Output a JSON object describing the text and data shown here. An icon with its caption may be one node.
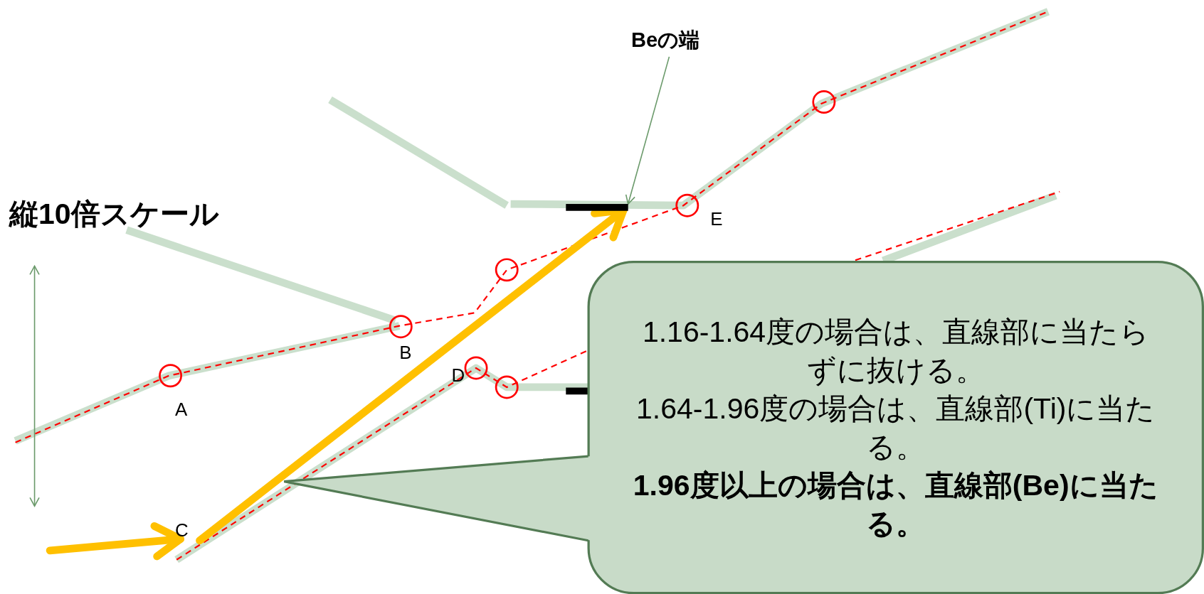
{
  "diagram": {
    "nodes": [
      {
        "text": [
          "Beの端"
        ]
      },
      {
        "text": [],
        "shape": "bar"
      },
      {
        "text": [
          "1.16-1.64度の場合は、直線部に当たらずに抜ける。",
          "1.64-1.96度の場合は、直線部(Ti)に当たる。",
          "1.96度以上の場合は、直線部(Be)に当たる。"
        ]
      }
    ],
    "edges": [
      {
        "from": 0,
        "to": 1,
        "arrow": "to"
      }
    ],
    "labels": [
      "縦10倍スケール",
      "E",
      "B",
      "D",
      "A",
      "C"
    ]
  }
}
